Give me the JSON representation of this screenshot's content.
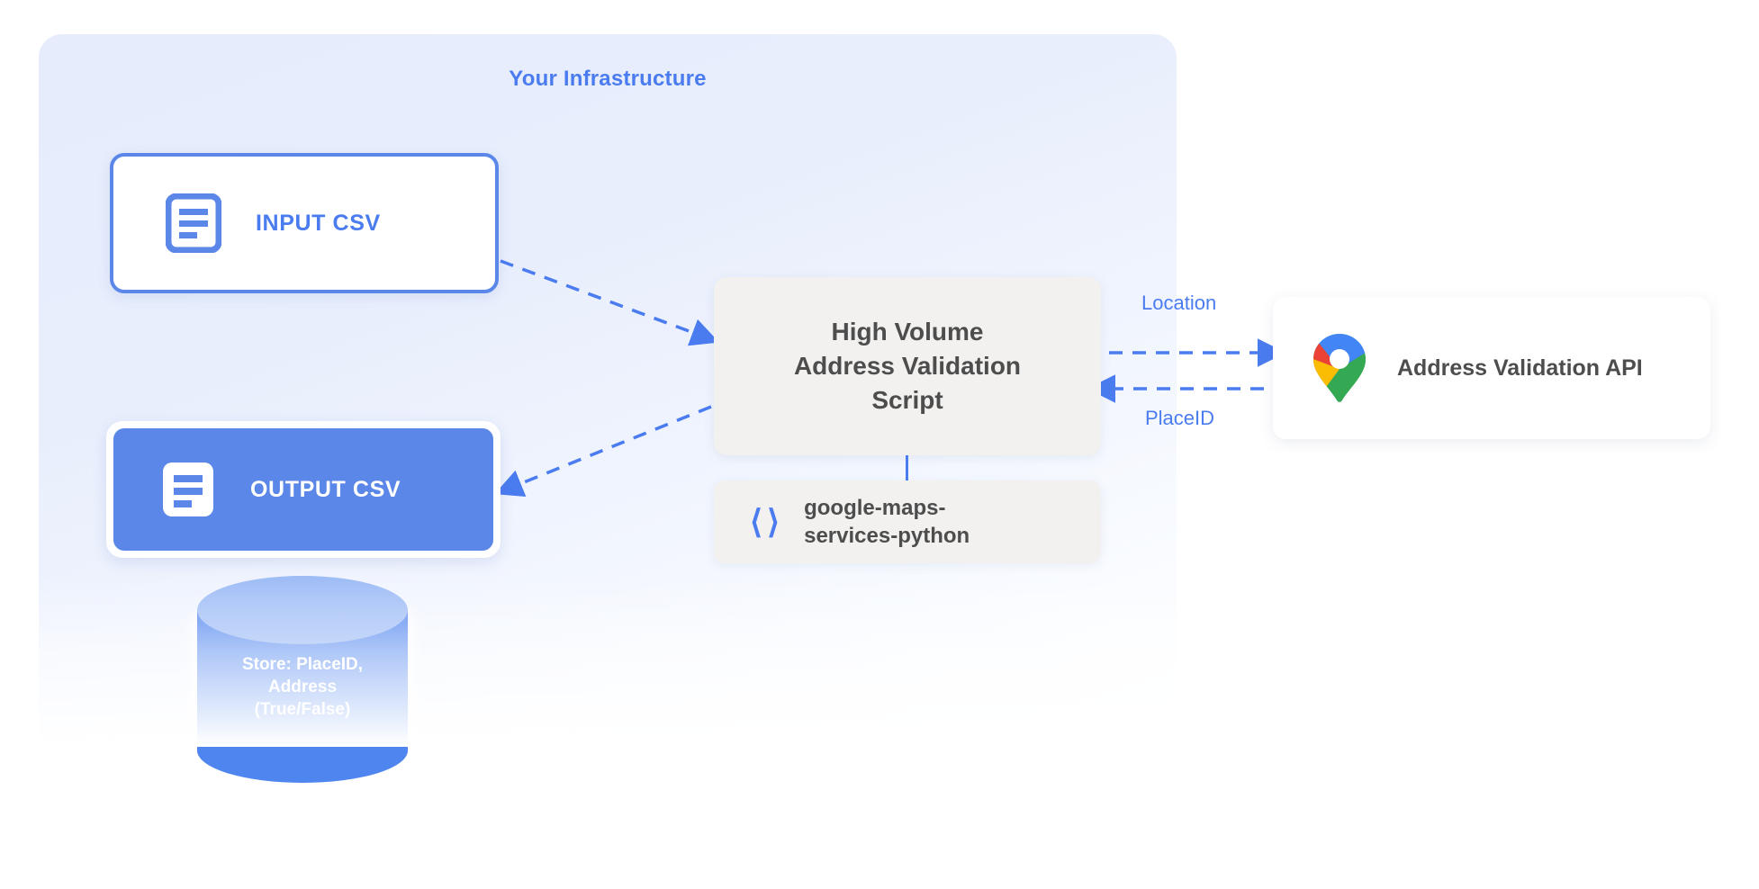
{
  "diagram": {
    "title": "Your Infrastructure",
    "accent_blue": "#4a7cf0",
    "node_blue": "#5b87e8",
    "panel_bg": "#e8eefc",
    "box_gray": "#f2f1ef",
    "text_gray": "#4d4d4d"
  },
  "nodes": {
    "input_csv": {
      "label": "INPUT CSV",
      "icon": "document-icon"
    },
    "output_csv": {
      "label": "OUTPUT CSV",
      "icon": "document-icon"
    },
    "database": {
      "lines": [
        "Store: PlaceID,",
        "Address",
        "(True/False)"
      ],
      "text": "Store: PlaceID, Address (True/False)",
      "icon": "database-cylinder-icon"
    },
    "script": {
      "lines": [
        "High Volume",
        "Address Validation",
        "Script"
      ],
      "text": "High Volume Address Validation Script"
    },
    "library": {
      "label": "google-maps-services-python",
      "line1": "google-maps-",
      "line2": "services-python",
      "icon": "code-brackets-icon"
    },
    "api": {
      "label": "Address Validation API",
      "icon": "google-maps-pin-icon"
    }
  },
  "edges": {
    "location_label": "Location",
    "placeid_label": "PlaceID",
    "input_to_script": "dashed-arrow",
    "script_to_output": "dashed-arrow",
    "script_to_api": "dashed-arrow-right",
    "api_to_script": "dashed-arrow-left"
  }
}
